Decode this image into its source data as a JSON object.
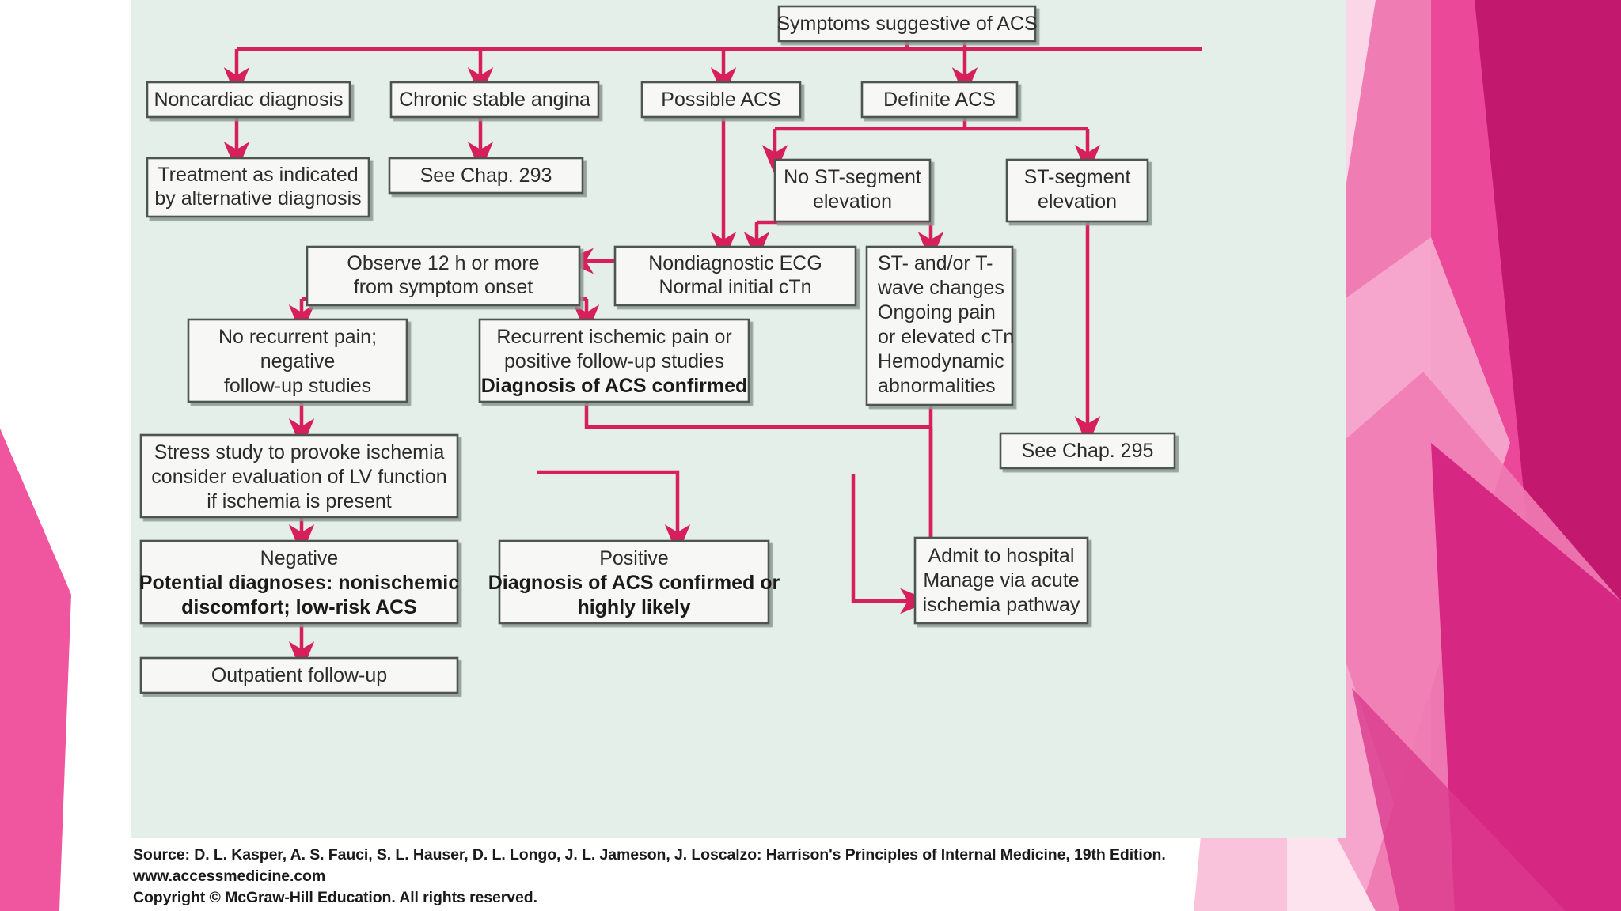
{
  "slide": {
    "background_color": "#ffffff",
    "figure_panel_color": "#e3efe8",
    "accent_color": "#d81f5e",
    "box_fill": "#f7f8f6",
    "box_border": "#4e544e"
  },
  "decoration": {
    "name": "pink-geometric-banner",
    "colors": {
      "pink_light": "#fbd6e6",
      "pink_mid": "#f07cb4",
      "pink_bright": "#ec4899",
      "pink_deep": "#c2186e",
      "pink_deeper": "#b01563",
      "pink_pale": "#f9c3dc",
      "pink_pale2": "#f5a8cd"
    }
  },
  "flowchart": {
    "title": "Acute Coronary Syndrome diagnostic algorithm",
    "nodes": [
      {
        "id": "symptoms",
        "lines": [
          "Symptoms suggestive of ACS"
        ]
      },
      {
        "id": "noncardiac",
        "lines": [
          "Noncardiac diagnosis"
        ]
      },
      {
        "id": "chronic",
        "lines": [
          "Chronic stable angina"
        ]
      },
      {
        "id": "possible",
        "lines": [
          "Possible ACS"
        ]
      },
      {
        "id": "definite",
        "lines": [
          "Definite ACS"
        ]
      },
      {
        "id": "treatment",
        "lines": [
          "Treatment as indicated",
          "by alternative diagnosis"
        ]
      },
      {
        "id": "chap293",
        "lines": [
          "See Chap. 293"
        ]
      },
      {
        "id": "no-st-elev",
        "lines": [
          "No ST-segment",
          "elevation"
        ]
      },
      {
        "id": "st-elev",
        "lines": [
          "ST-segment",
          "elevation"
        ]
      },
      {
        "id": "observe",
        "lines": [
          "Observe 12 h or more",
          "from symptom onset"
        ]
      },
      {
        "id": "nondiagnostic",
        "lines": [
          "Nondiagnostic ECG",
          "Normal initial cTn"
        ]
      },
      {
        "id": "st-t-changes",
        "lines": [
          "ST- and/or T-",
          "wave changes",
          "Ongoing pain",
          "or elevated cTn",
          "Hemodynamic",
          "abnormalities"
        ]
      },
      {
        "id": "no-recurrent",
        "lines": [
          "No recurrent pain;",
          "negative",
          "follow-up studies"
        ]
      },
      {
        "id": "recurrent",
        "lines": [
          "Recurrent ischemic pain or",
          "positive follow-up studies",
          "Diagnosis of ACS confirmed"
        ],
        "bold_lines": [
          2
        ]
      },
      {
        "id": "chap295",
        "lines": [
          "See Chap. 295"
        ]
      },
      {
        "id": "stress-study",
        "lines": [
          "Stress study to provoke ischemia",
          "consider evaluation of LV function",
          "if ischemia is present"
        ]
      },
      {
        "id": "negative",
        "lines": [
          "Negative",
          "Potential diagnoses: nonischemic",
          "discomfort; low-risk ACS"
        ],
        "bold_lines": [
          1,
          2
        ]
      },
      {
        "id": "positive",
        "lines": [
          "Positive",
          "Diagnosis of ACS confirmed or",
          "highly likely"
        ],
        "bold_lines": [
          1,
          2
        ]
      },
      {
        "id": "admit",
        "lines": [
          "Admit to hospital",
          "Manage via acute",
          "ischemia pathway"
        ]
      },
      {
        "id": "outpatient",
        "lines": [
          "Outpatient follow-up"
        ]
      }
    ]
  },
  "source": {
    "line1": "Source: D. L. Kasper, A. S. Fauci, S. L. Hauser, D. L. Longo, J. L. Jameson, J. Loscalzo: Harrison's Principles of Internal Medicine, 19th Edition.",
    "line2": "www.accessmedicine.com",
    "line3": "Copyright © McGraw-Hill Education.  All rights reserved."
  }
}
